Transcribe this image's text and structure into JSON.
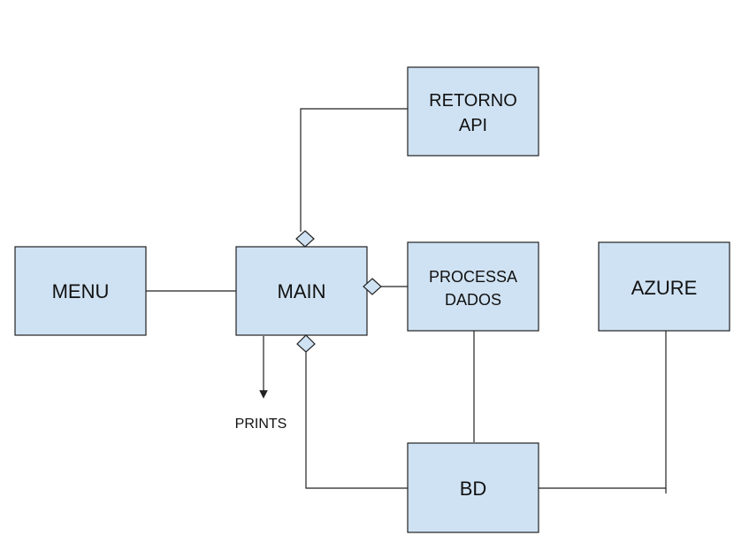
{
  "colors": {
    "box_fill": "#cfe2f3",
    "line": "#222222",
    "text": "#111111"
  },
  "boxes": {
    "retorno_api": {
      "line1": "RETORNO",
      "line2": "API"
    },
    "menu": {
      "label": "MENU"
    },
    "main": {
      "label": "MAIN"
    },
    "processa_dados": {
      "line1": "PROCESSA",
      "line2": "DADOS"
    },
    "azure": {
      "label": "AZURE"
    },
    "bd": {
      "label": "BD"
    }
  },
  "labels": {
    "prints": "PRINTS"
  }
}
